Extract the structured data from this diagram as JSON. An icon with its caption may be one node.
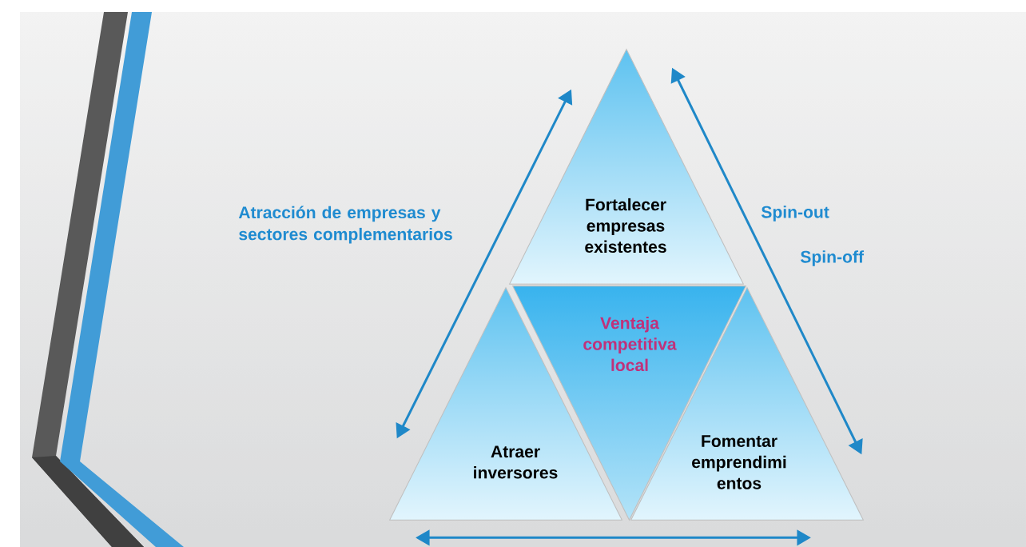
{
  "diagram": {
    "nodes": [
      {
        "text": [
          "Fortalecer empresas existentes"
        ]
      },
      {
        "text": [
          "Ventaja competitiva local"
        ]
      },
      {
        "text": [
          "Atraer inversores"
        ]
      },
      {
        "text": [
          "Fomentar emprendimi entos"
        ]
      }
    ],
    "edges": [
      {
        "from": 2,
        "to": 0,
        "arrow": "both",
        "label": "Atracción de empresas y sectores complementarios"
      },
      {
        "from": 0,
        "to": 3,
        "arrow": "both",
        "label": "Spin-out"
      },
      {
        "from": 2,
        "to": 3,
        "arrow": "both"
      }
    ],
    "labels": [
      "Spin-off"
    ]
  }
}
